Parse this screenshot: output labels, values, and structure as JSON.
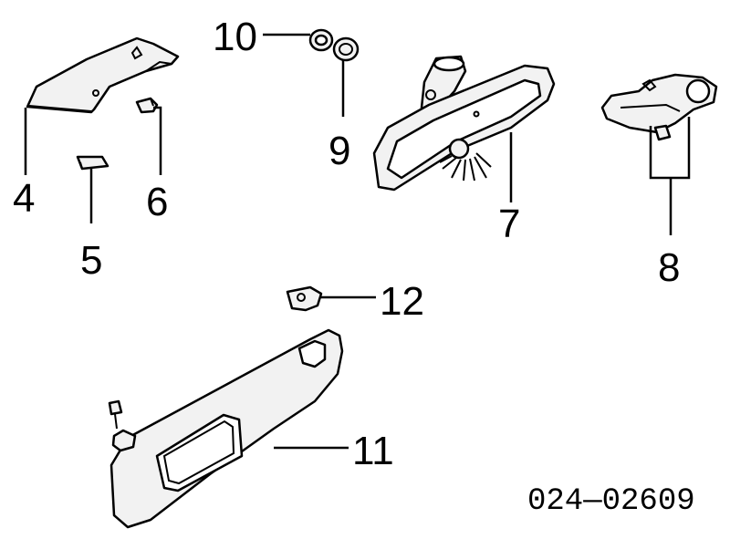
{
  "callouts": {
    "p4": "4",
    "p5": "5",
    "p6": "6",
    "p7": "7",
    "p8": "8",
    "p9": "9",
    "p10": "10",
    "p11": "11",
    "p12": "12"
  },
  "diagram_code": "024—02609"
}
